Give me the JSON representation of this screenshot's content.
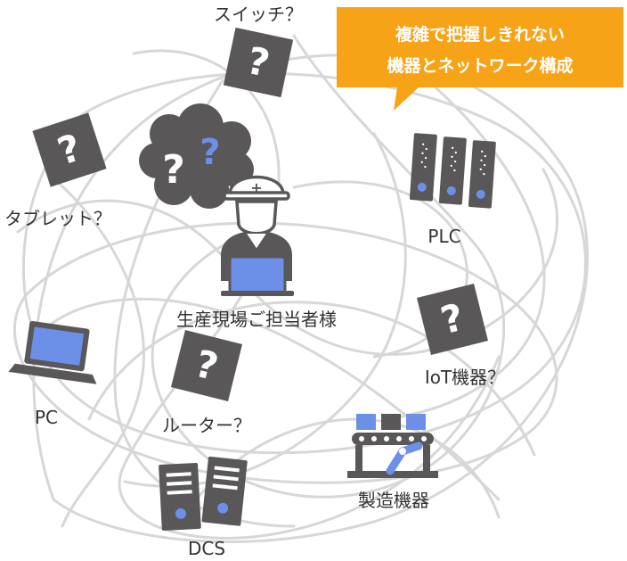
{
  "callout": {
    "line1": "複雑で把握しきれない",
    "line2": "機器とネットワーク構成",
    "color": "#f7a318"
  },
  "nodes": {
    "switch": {
      "label": "スイッチ？",
      "icon": "question-box-icon"
    },
    "tablet": {
      "label": "タブレット？",
      "icon": "question-box-icon"
    },
    "plc": {
      "label": "PLC",
      "icon": "plc-rack-icon"
    },
    "worker": {
      "label": "生産現場ご担当者様",
      "icon": "worker-helmet-icon"
    },
    "iot": {
      "label": "IoT機器？",
      "icon": "question-box-icon"
    },
    "pc": {
      "label": "PC",
      "icon": "laptop-icon"
    },
    "router": {
      "label": "ルーター？",
      "icon": "question-box-icon"
    },
    "machine": {
      "label": "製造機器",
      "icon": "conveyor-robot-icon"
    },
    "dcs": {
      "label": "DCS",
      "icon": "server-icon"
    }
  },
  "colors": {
    "icon_dark": "#595757",
    "accent_blue": "#6c8fe8",
    "tangle": "#d7d7d7"
  }
}
